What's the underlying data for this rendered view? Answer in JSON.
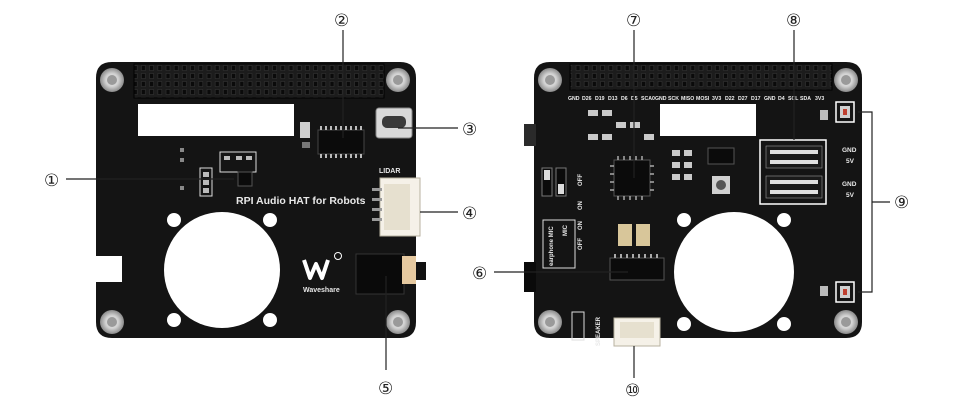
{
  "front_board": {
    "product_label": "RPI Audio HAT for Robots",
    "lidar_label": "LIDAR",
    "brand_name": "Waveshare"
  },
  "back_board": {
    "header_pins": [
      "GND",
      "D26",
      "D19",
      "D13",
      "D6",
      "D5",
      "SCA0",
      "GND",
      "SCK",
      "MISO",
      "MOSI",
      "3V3",
      "D22",
      "D27",
      "D17",
      "GND",
      "D4",
      "SCL",
      "SDA",
      "3V3"
    ],
    "power_labels": [
      "GND",
      "5V",
      "GND",
      "5V"
    ],
    "switch_labels": [
      "OFF",
      "ON",
      "ON",
      "OFF"
    ],
    "mic_labels": [
      "earphone MIC",
      "MIC"
    ],
    "speaker_label": "SPEAKER"
  },
  "callouts": [
    "①",
    "②",
    "③",
    "④",
    "⑤",
    "⑥",
    "⑦",
    "⑧",
    "⑨",
    "⑩"
  ],
  "colors": {
    "pcb": "#141414",
    "silkscreen": "#e8e8e8",
    "standoff": "#c0c0c0",
    "header": "#1e1e1e",
    "connector": "#f5f1e8"
  }
}
